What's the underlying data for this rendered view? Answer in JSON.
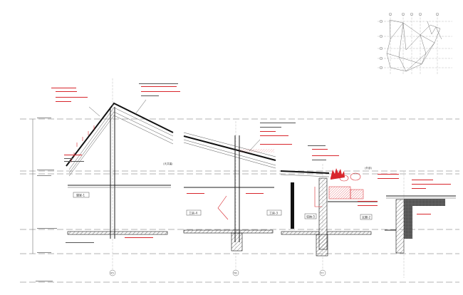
{
  "drawing": {
    "annotations": {
      "ceiling_space": "(天井裏)",
      "exterior": "(外部)"
    },
    "rooms": [
      "寝室-1",
      "工房-4",
      "工房-3",
      "収納-5",
      "玄関-2"
    ],
    "grid_bubbles": [
      "X5",
      "Y6",
      "Y7"
    ],
    "colors": {
      "linework": "#111111",
      "annotation_red": "#d8262c",
      "level_lines": "#9a9a9a"
    }
  }
}
